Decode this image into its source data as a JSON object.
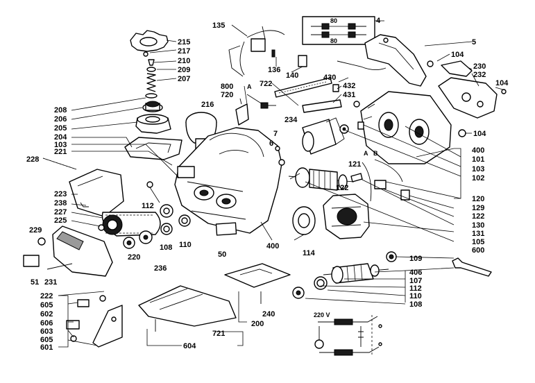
{
  "labels": {
    "l4": "4",
    "l5": "5",
    "l7": "7",
    "l6": "6",
    "l50": "50",
    "l51": "51",
    "l100_a": "80",
    "l100_b": "80",
    "l101": "101",
    "l102": "102",
    "l103a": "103",
    "l103b": "103",
    "l104a": "104",
    "l104b": "104",
    "l104c": "104",
    "l105": "105",
    "l107": "107",
    "l108a": "108",
    "l108b": "108",
    "l109": "109",
    "l110a": "110",
    "l110b": "110",
    "l112a": "112",
    "l112b": "112",
    "l114": "114",
    "l120": "120",
    "l121": "121",
    "l122a": "122",
    "l122b": "122",
    "l129": "129",
    "l130": "130",
    "l131": "131",
    "l135": "135",
    "l136": "136",
    "l140": "140",
    "l200": "200",
    "l204": "204",
    "l205": "205",
    "l206": "206",
    "l207": "207",
    "l208": "208",
    "l209": "209",
    "l210": "210",
    "l215": "215",
    "l216": "216",
    "l217": "217",
    "l220": "220",
    "l221": "221",
    "l222": "222",
    "l223": "223",
    "l225": "225",
    "l227": "227",
    "l228": "228",
    "l229": "229",
    "l230": "230",
    "l231": "231",
    "l232": "232",
    "l234": "234",
    "l236": "236",
    "l238": "238",
    "l240": "240",
    "l400a": "400",
    "l400b": "400",
    "l406": "406",
    "l430": "430",
    "l431": "431",
    "l432": "432",
    "l600": "600",
    "l601": "601",
    "l602": "602",
    "l603": "603",
    "l604": "604",
    "l605a": "605",
    "l605b": "605",
    "l606": "606",
    "l720": "720",
    "l721": "721",
    "l722": "722",
    "l800": "800",
    "mA1": "A",
    "mA2": "A",
    "mB": "B",
    "volt": "220 V"
  }
}
